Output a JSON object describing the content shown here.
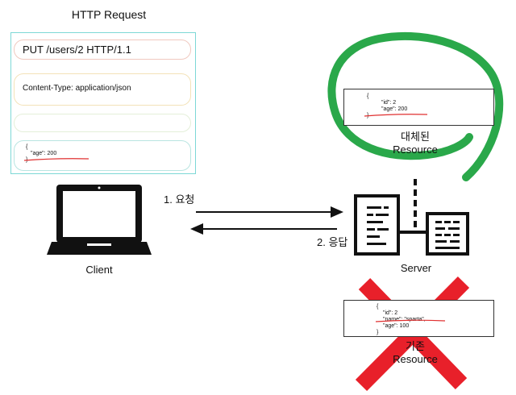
{
  "request": {
    "title": "HTTP Request",
    "request_line": "PUT /users/2 HTTP/1.1",
    "header": "Content-Type: application/json",
    "body_open": "{",
    "body_line": "\"age\": 200",
    "body_close": "}"
  },
  "flow": {
    "request_label": "1. 요청",
    "response_label": "2. 응답"
  },
  "client": {
    "label": "Client"
  },
  "server": {
    "label": "Server"
  },
  "replaced_resource": {
    "lines": [
      "{",
      "\"id\": 2",
      "\"age\": 200",
      "}"
    ],
    "label_line1": "대체된",
    "label_line2": "Resource"
  },
  "existing_resource": {
    "lines": [
      "{",
      "\"id\": 2",
      "\"name\": \"sparta\",",
      "\"age\": 100",
      "}"
    ],
    "label_line1": "기존",
    "label_line2": "Resource"
  },
  "colors": {
    "panel_border": "#7dd8d6",
    "highlight_circle": "#2aa84a",
    "cross": "#e8202a",
    "underline": "#e03030"
  }
}
